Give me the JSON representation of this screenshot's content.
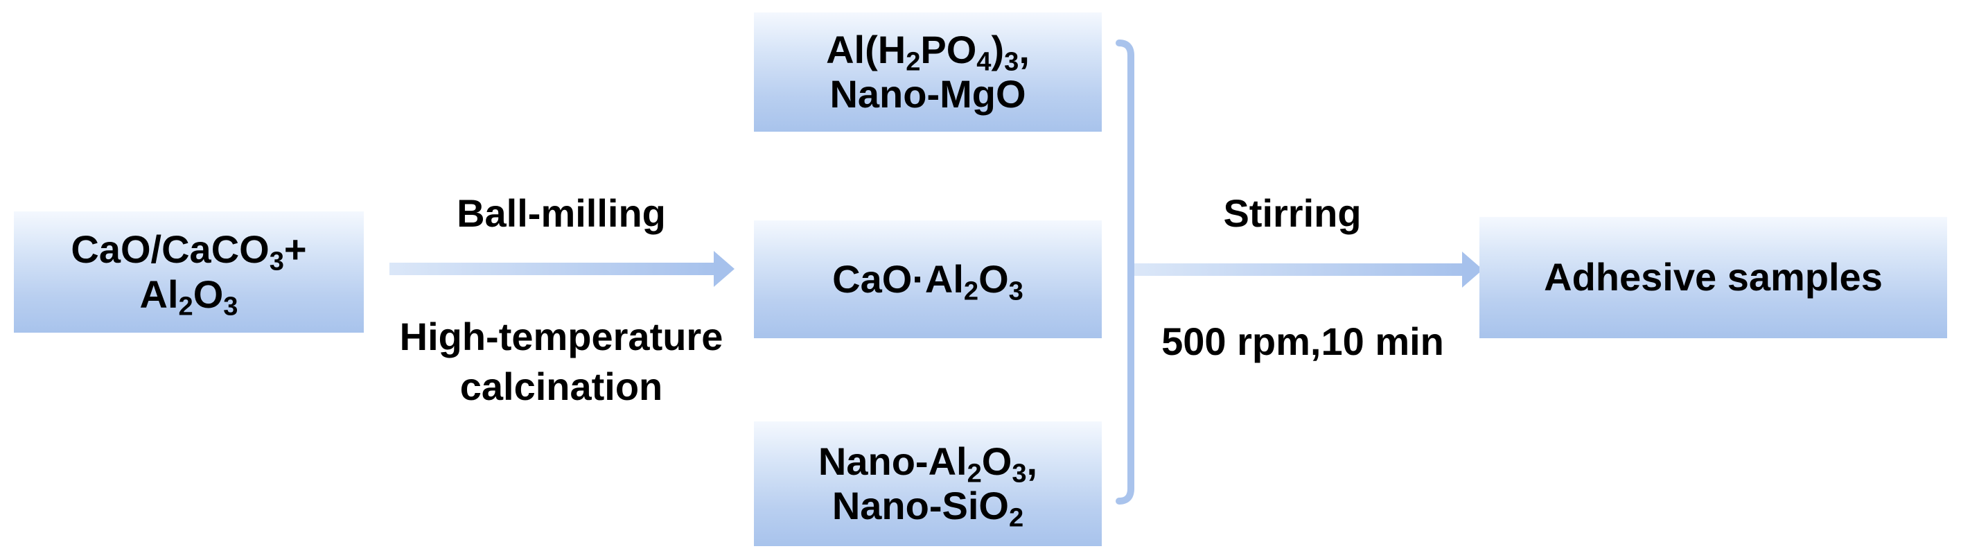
{
  "nodes": {
    "raw_materials": {
      "line1": "CaO/CaCO₃+",
      "line2": "Al₂O₃"
    },
    "additive_top": {
      "line1": "Al(H₂PO₄)₃,",
      "line2": "Nano-MgO"
    },
    "intermediate": {
      "line1": "CaO·Al₂O₃"
    },
    "additive_bottom": {
      "line1": "Nano-Al₂O₃,",
      "line2": "Nano-SiO₂"
    },
    "product": {
      "line1": "Adhesive samples"
    }
  },
  "edges": {
    "step1_above": "Ball-milling",
    "step1_below_line1": "High-temperature",
    "step1_below_line2": "calcination",
    "step2_above": "Stirring",
    "step2_below": "500 rpm,10 min"
  },
  "colors": {
    "box_gradient_light": "#f4f8fe",
    "box_gradient_dark": "#a8c3ec",
    "arrow": "#b5ccef",
    "bracket": "#a9c3ec"
  }
}
